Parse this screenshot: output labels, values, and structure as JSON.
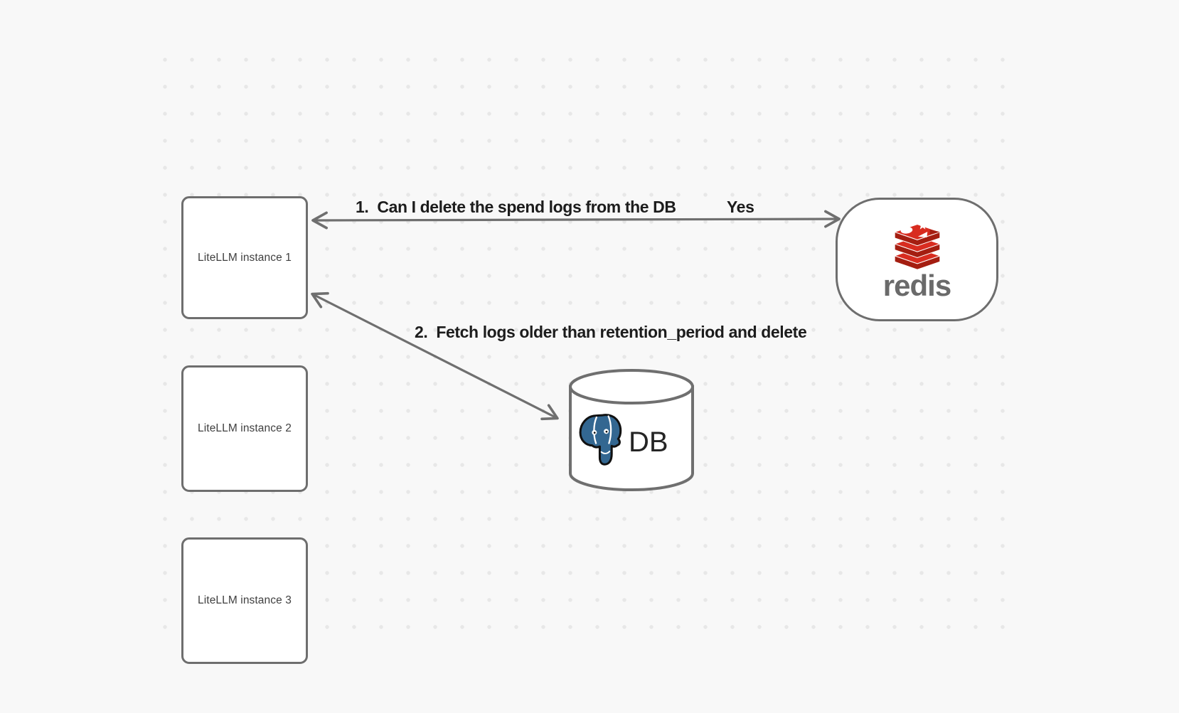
{
  "canvas": {
    "background_color": "#f8f8f8",
    "dot_grid_color": "#e7e7e7",
    "stroke_color": "#6e6e6e"
  },
  "nodes": {
    "litellm_instances": [
      {
        "label": "LiteLLM instance 1"
      },
      {
        "label": "LiteLLM instance 2"
      },
      {
        "label": "LiteLLM instance 3"
      }
    ],
    "redis": {
      "icon": "redis-logo-icon",
      "wordmark": "redis",
      "logo_red": "#D82C20",
      "logo_dark_red": "#A41E11",
      "wordmark_color": "#6a6a6a"
    },
    "database": {
      "icon": "postgresql-elephant-icon",
      "label": "DB",
      "elephant_blue": "#336791"
    }
  },
  "arrows": [
    {
      "label": "1.  Can I delete the spend logs from the DB",
      "response": "Yes",
      "between": "LiteLLM instance 1 and redis",
      "double_headed": true
    },
    {
      "label": "2.  Fetch logs older than retention_period and delete",
      "between": "LiteLLM instance 1 and DB",
      "double_headed": true
    }
  ]
}
